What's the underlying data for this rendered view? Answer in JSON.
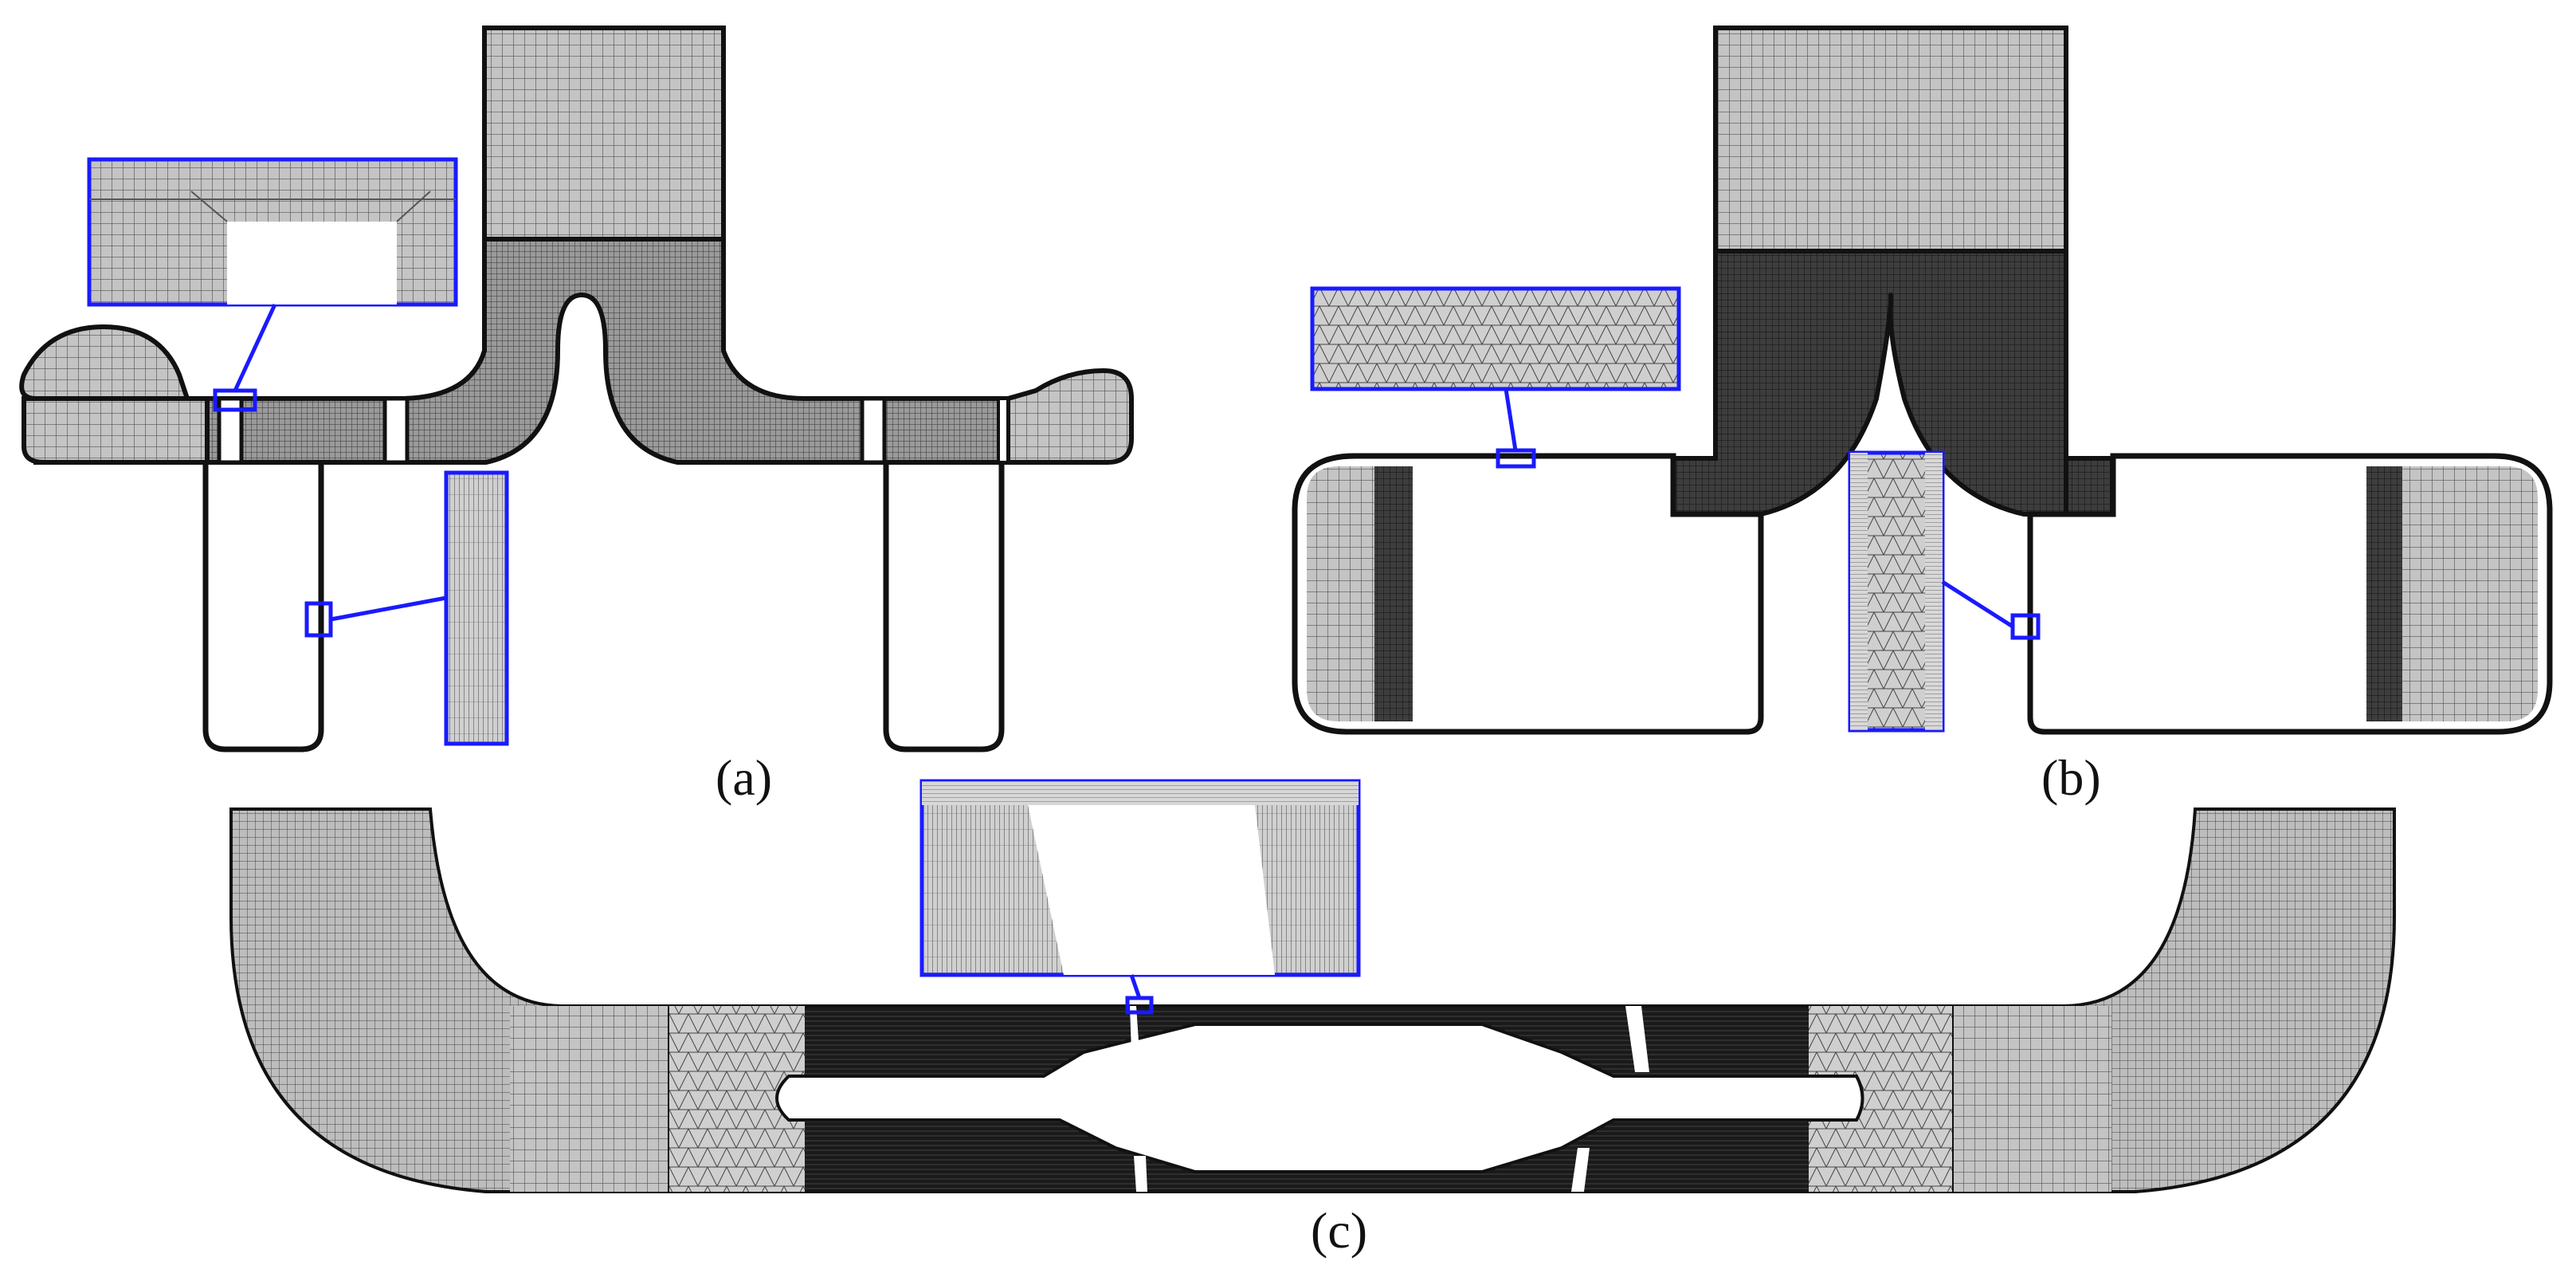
{
  "figure": {
    "panels": [
      {
        "id": "a",
        "label": "(a)"
      },
      {
        "id": "b",
        "label": "(b)"
      },
      {
        "id": "c",
        "label": "(c)"
      }
    ]
  },
  "colors": {
    "mesh_fill": "#b9b9b9",
    "mesh_dark": "#3a3a3a",
    "outline": "#111111",
    "inset_border": "#1a1aff",
    "background": "#ffffff"
  }
}
